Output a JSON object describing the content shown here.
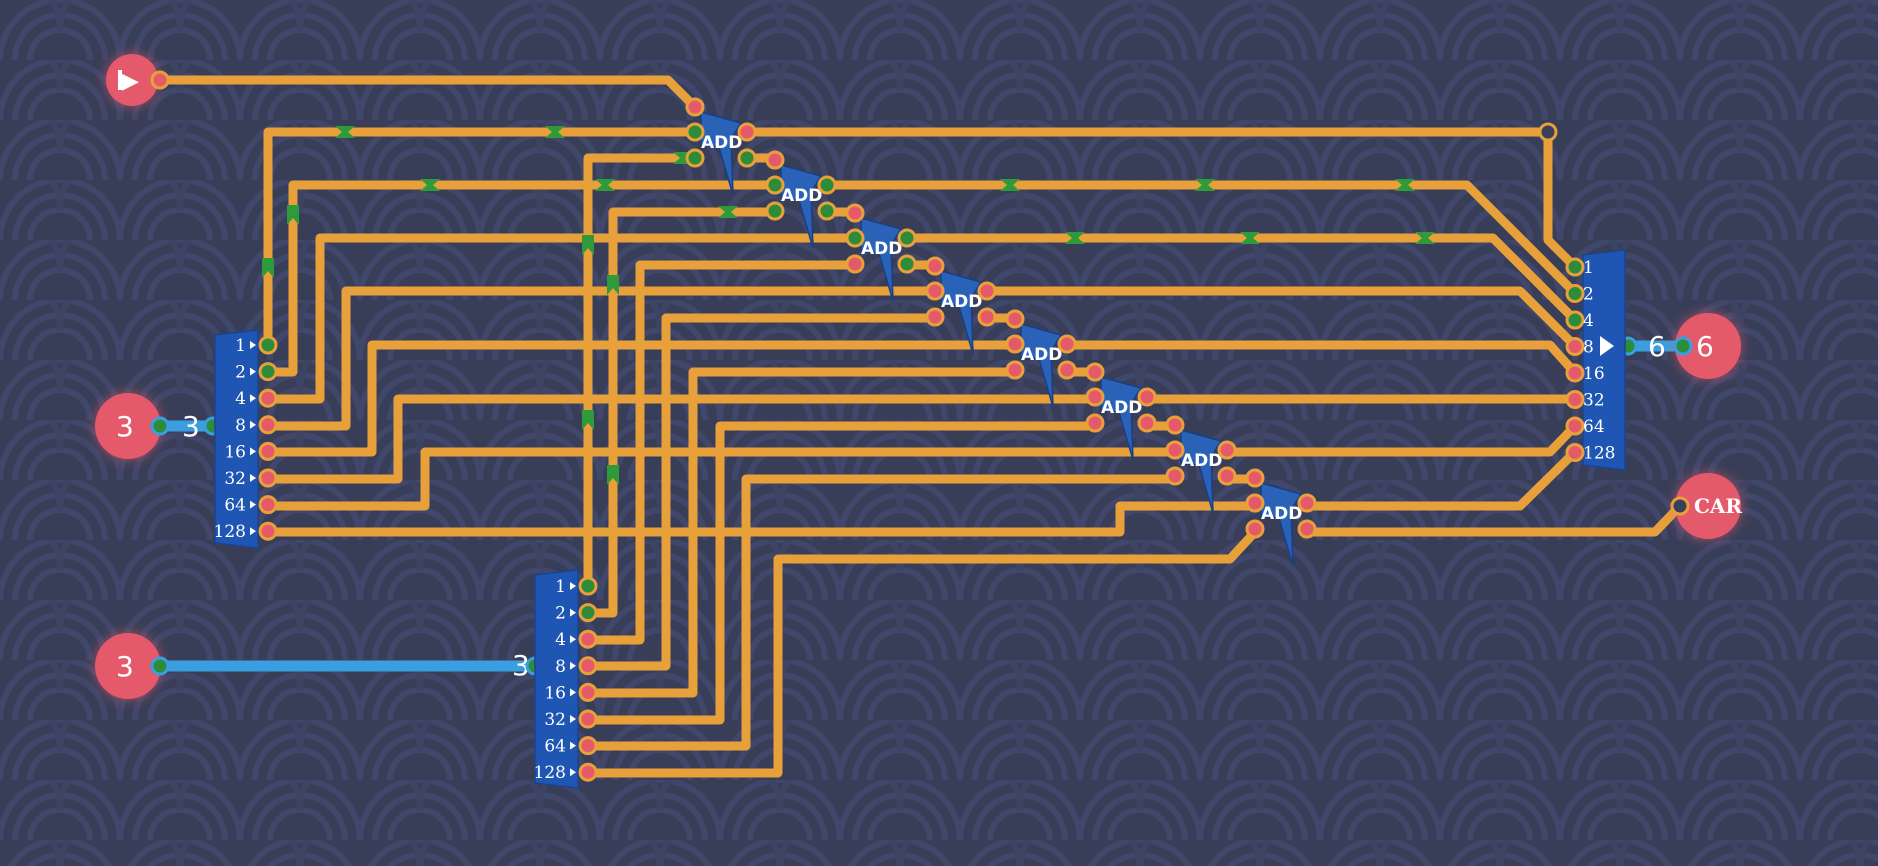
{
  "circuit": {
    "input_a": {
      "value": "3",
      "bus_value": "3"
    },
    "input_b": {
      "value": "3",
      "bus_value": "3"
    },
    "output": {
      "value": "6",
      "bus_value": "6"
    },
    "carry_output": {
      "label": "CAR"
    },
    "split_a_bits": [
      "1",
      "2",
      "4",
      "8",
      "16",
      "32",
      "64",
      "128"
    ],
    "split_b_bits": [
      "1",
      "2",
      "4",
      "8",
      "16",
      "32",
      "64",
      "128"
    ],
    "join_bits": [
      "1",
      "2",
      "4",
      "8",
      "16",
      "32",
      "64",
      "128"
    ],
    "adders": [
      "ADD",
      "ADD",
      "ADD",
      "ADD",
      "ADD",
      "ADD",
      "ADD",
      "ADD"
    ],
    "colors": {
      "background": "#383e58",
      "wire": "#e8a03a",
      "bus": "#3b9ee0",
      "component": "#1f56b3",
      "port": "#e45a6a",
      "on_signal": "#2f9a3a"
    }
  }
}
